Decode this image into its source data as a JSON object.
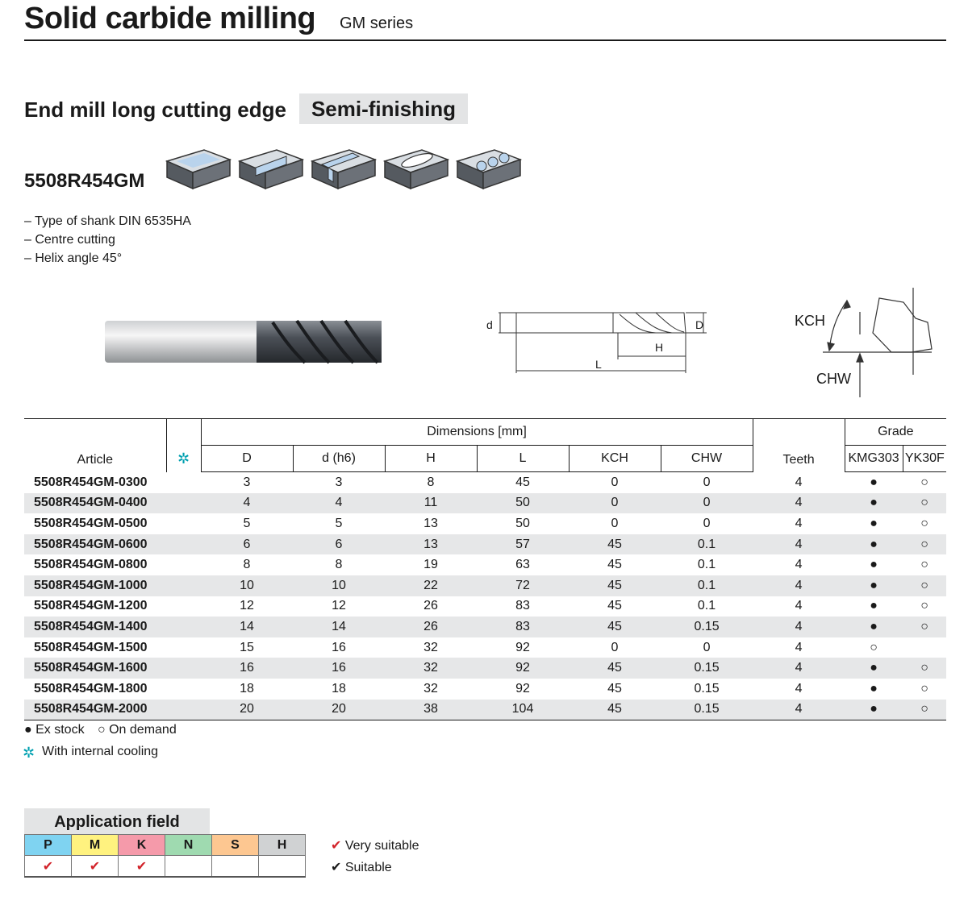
{
  "header": {
    "title": "Solid carbide milling",
    "series": "GM series"
  },
  "section": {
    "title": "End mill long cutting edge",
    "mode": "Semi-finishing"
  },
  "product": {
    "code": "5508R454GM",
    "features": [
      "– Type of shank DIN 6535HA",
      "– Centre cutting",
      "– Helix angle 45°"
    ]
  },
  "diagram": {
    "labels": {
      "d": "d",
      "D": "D",
      "H": "H",
      "L": "L",
      "KCH": "KCH",
      "CHW": "CHW"
    }
  },
  "table": {
    "headers": {
      "article": "Article",
      "cooling_symbol": "✲",
      "dimensions": "Dimensions [mm]",
      "D": "D",
      "d": "d (h6)",
      "H": "H",
      "L": "L",
      "KCH": "KCH",
      "CHW": "CHW",
      "teeth": "Teeth",
      "grade": "Grade",
      "kmg303": "KMG303",
      "yk30f": "YK30F"
    },
    "rows": [
      [
        "5508R454GM-0300",
        "3",
        "3",
        "8",
        "45",
        "0",
        "0",
        "4",
        "●",
        "○"
      ],
      [
        "5508R454GM-0400",
        "4",
        "4",
        "11",
        "50",
        "0",
        "0",
        "4",
        "●",
        "○"
      ],
      [
        "5508R454GM-0500",
        "5",
        "5",
        "13",
        "50",
        "0",
        "0",
        "4",
        "●",
        "○"
      ],
      [
        "5508R454GM-0600",
        "6",
        "6",
        "13",
        "57",
        "45",
        "0.1",
        "4",
        "●",
        "○"
      ],
      [
        "5508R454GM-0800",
        "8",
        "8",
        "19",
        "63",
        "45",
        "0.1",
        "4",
        "●",
        "○"
      ],
      [
        "5508R454GM-1000",
        "10",
        "10",
        "22",
        "72",
        "45",
        "0.1",
        "4",
        "●",
        "○"
      ],
      [
        "5508R454GM-1200",
        "12",
        "12",
        "26",
        "83",
        "45",
        "0.1",
        "4",
        "●",
        "○"
      ],
      [
        "5508R454GM-1400",
        "14",
        "14",
        "26",
        "83",
        "45",
        "0.15",
        "4",
        "●",
        "○"
      ],
      [
        "5508R454GM-1500",
        "15",
        "16",
        "32",
        "92",
        "0",
        "0",
        "4",
        "○",
        ""
      ],
      [
        "5508R454GM-1600",
        "16",
        "16",
        "32",
        "92",
        "45",
        "0.15",
        "4",
        "●",
        "○"
      ],
      [
        "5508R454GM-1800",
        "18",
        "18",
        "32",
        "92",
        "45",
        "0.15",
        "4",
        "●",
        "○"
      ],
      [
        "5508R454GM-2000",
        "20",
        "20",
        "38",
        "104",
        "45",
        "0.15",
        "4",
        "●",
        "○"
      ]
    ]
  },
  "legend": {
    "ex_stock": "● Ex stock",
    "on_demand": "○ On demand",
    "cooling_symbol": "✲",
    "cooling_text": "With internal cooling"
  },
  "application": {
    "title": "Application field",
    "materials": [
      {
        "code": "P",
        "color": "#7fd3f1",
        "mark": "✔"
      },
      {
        "code": "M",
        "color": "#fff27f",
        "mark": "✔"
      },
      {
        "code": "K",
        "color": "#f59aaa",
        "mark": "✔"
      },
      {
        "code": "N",
        "color": "#9fdab0",
        "mark": ""
      },
      {
        "code": "S",
        "color": "#fdc791",
        "mark": ""
      },
      {
        "code": "H",
        "color": "#d0d2d3",
        "mark": ""
      }
    ],
    "legend": {
      "very": "Very suitable",
      "suitable": "Suitable"
    }
  },
  "colors": {
    "accent_check": "#d2232a",
    "cooling": "#00a0b0"
  }
}
